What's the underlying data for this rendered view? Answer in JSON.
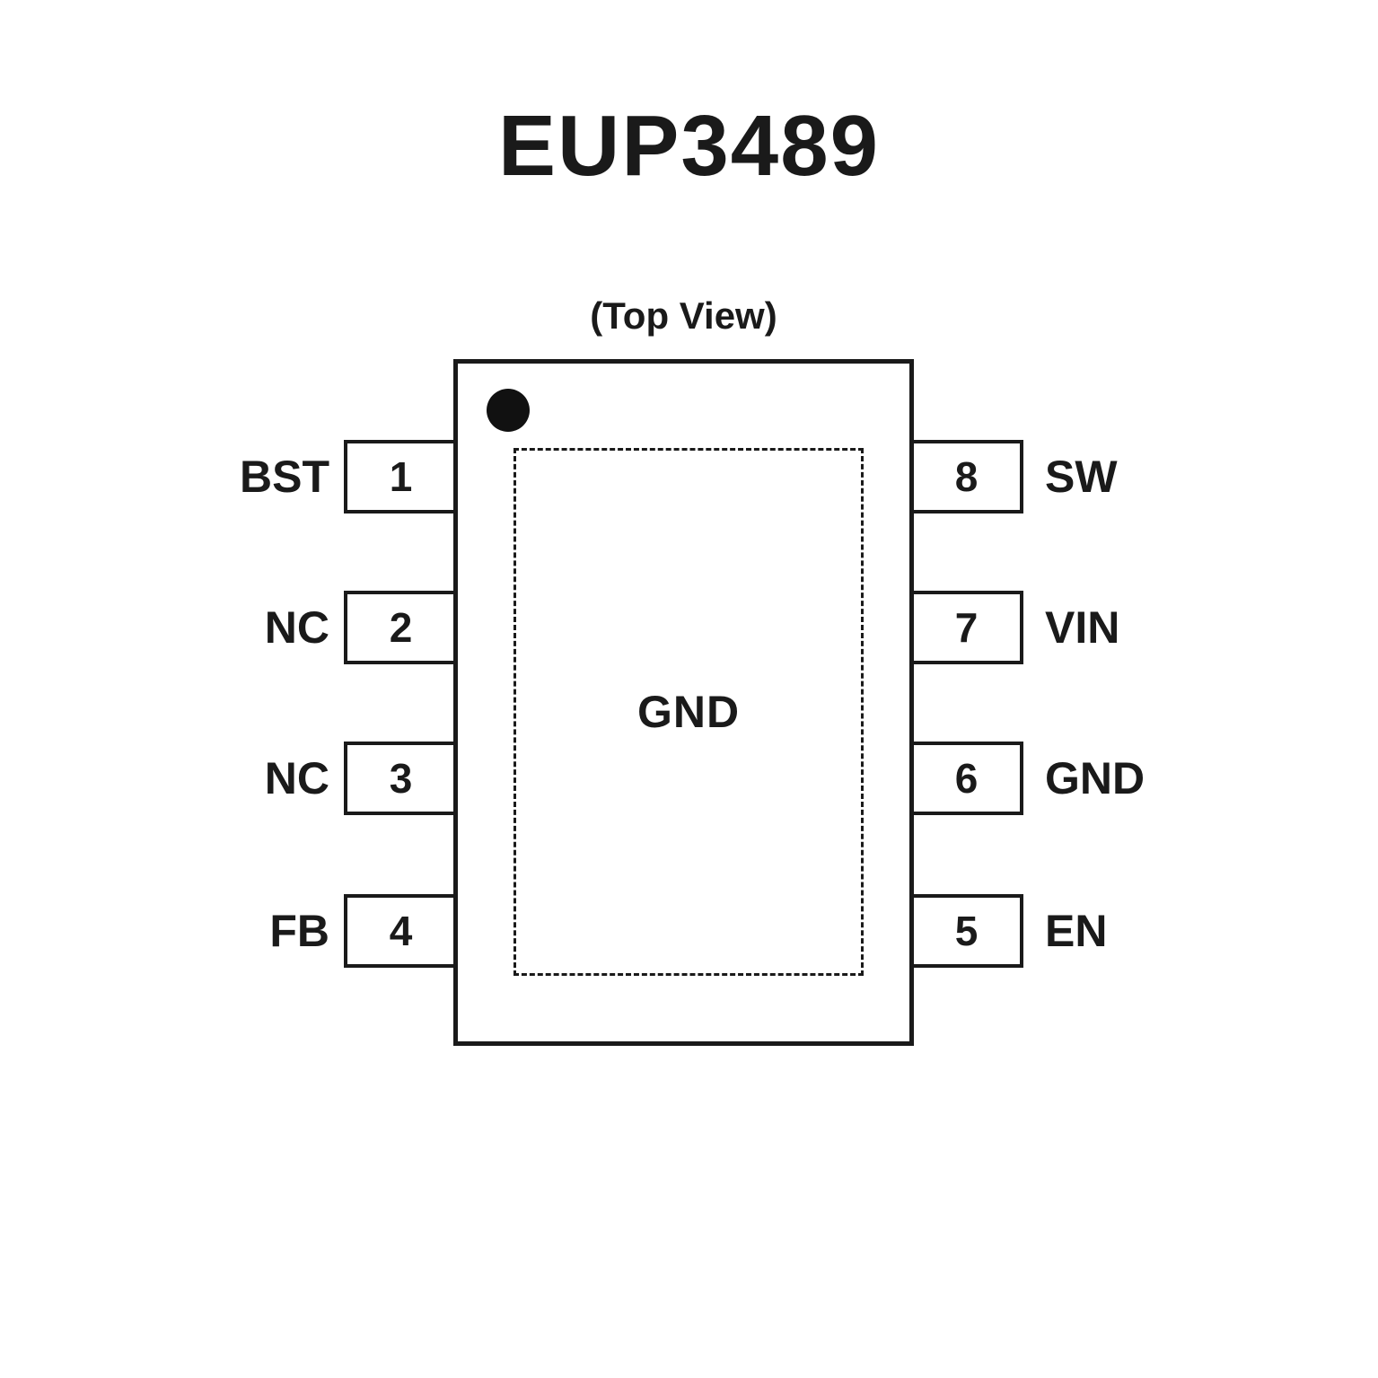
{
  "title": "EUP3489",
  "top_view_label": "(Top View)",
  "pad_label": "GND",
  "pins": {
    "left": [
      {
        "number": "1",
        "name": "BST"
      },
      {
        "number": "2",
        "name": "NC"
      },
      {
        "number": "3",
        "name": "NC"
      },
      {
        "number": "4",
        "name": "FB"
      }
    ],
    "right": [
      {
        "number": "8",
        "name": "SW"
      },
      {
        "number": "7",
        "name": "VIN"
      },
      {
        "number": "6",
        "name": "GND"
      },
      {
        "number": "5",
        "name": "EN"
      }
    ]
  },
  "colors": {
    "ink": "#1a1a1a",
    "background": "#ffffff"
  }
}
